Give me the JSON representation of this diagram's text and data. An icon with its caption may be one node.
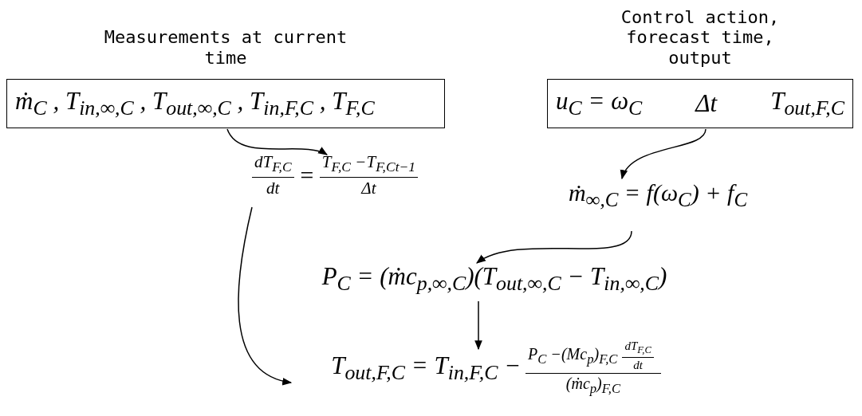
{
  "diagram": {
    "nodes": [
      {
        "text": [
          "Measurements at current time",
          "ṁ$_{C}$ , T$_{in,∞,C}$ , T$_{out,∞,C}$ , T$_{in,F,C}$ , T$_{F,C}$"
        ]
      },
      {
        "text": [
          "Control action, forecast time, output",
          "u$_{C}$ = ω$_{C}$",
          "Δt",
          "T$_{out,F,C}$"
        ]
      },
      {
        "text": [
          "dT$_{F,C}$",
          "dt",
          "=",
          "T$_{F,C}$ −T$_{F,C}$$_{t−1}$",
          "Δt"
        ]
      },
      {
        "text": [
          "ṁ$_{∞,C}$ = f(ω$_{C}$) + f$_{C}$"
        ]
      },
      {
        "text": [
          "P$_{C}$ = (ṁc$_{p,∞,C}$)(T$_{out,∞,C}$ − T$_{in,∞,C}$)"
        ]
      },
      {
        "text": [
          "T$_{out,F,C}$ = T$_{in,F,C}$ −",
          "P$_{C}$ −(Mc$_{p}$)$_{F,C}$",
          "dT$_{F,C}$",
          "dt",
          "(ṁc$_{p}$)$_{F,C}$"
        ]
      }
    ],
    "edges": [
      {
        "from": 0,
        "to": 2,
        "arrow": "to"
      },
      {
        "from": 1,
        "to": 3,
        "arrow": "to"
      },
      {
        "from": 3,
        "to": 4,
        "arrow": "to"
      },
      {
        "from": 4,
        "to": 5,
        "arrow": "to"
      },
      {
        "from": 2,
        "to": 5,
        "arrow": "to"
      }
    ]
  }
}
